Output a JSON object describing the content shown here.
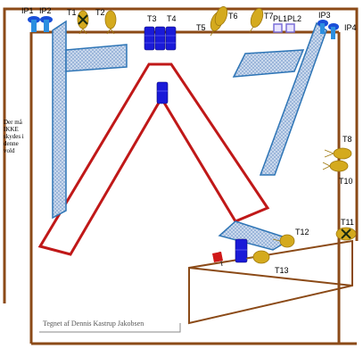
{
  "labels": {
    "ip1": "IP1",
    "ip2": "IP2",
    "ip3": "IP3",
    "ip4": "IP4",
    "t1": "T1",
    "t2": "T2",
    "t3": "T3",
    "t4": "T4",
    "t5": "T5",
    "t6": "T6",
    "t7": "T7",
    "t8": "T8",
    "t10": "T10",
    "t11": "T11",
    "t12": "T12",
    "t13": "T13",
    "pl1": "PL1",
    "pl2": "PL2"
  },
  "note_text": "Der må IKKE skydes i denne vold",
  "credit": "Tegnet af Dennis Kastrup Jakobsen",
  "colors": {
    "wall": "#8b4a17",
    "red_path": "#c01818",
    "panel_fill": "#b8cce4",
    "panel_stroke": "#2e75b6",
    "target": "#d4aa1e",
    "barrel": "#1a1ad8",
    "ip_post": "#2c8fe0",
    "pl_box": "#9b8fd8"
  }
}
